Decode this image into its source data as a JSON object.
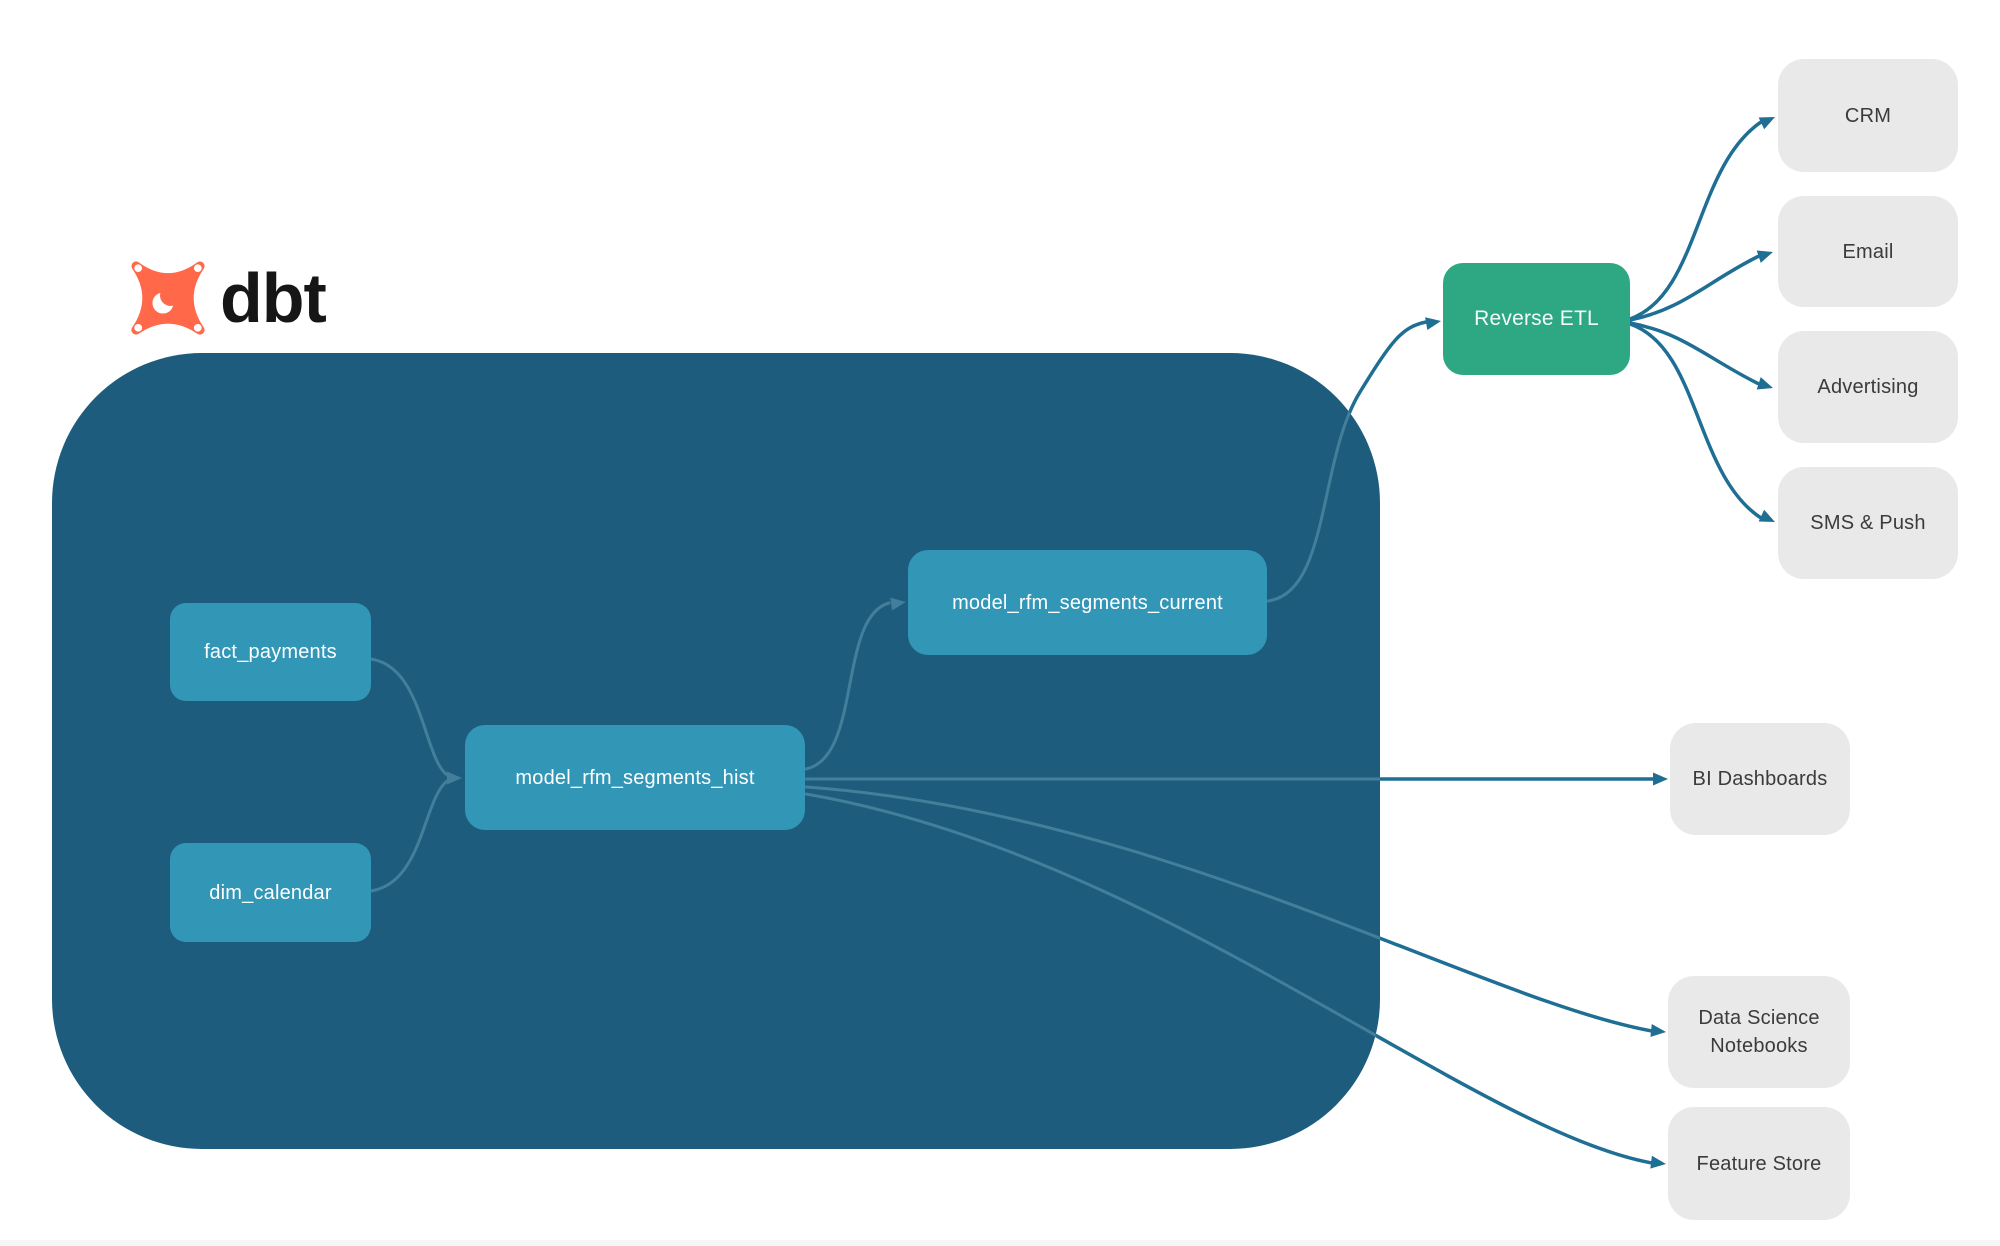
{
  "brand": {
    "name": "dbt"
  },
  "nodes": {
    "fact_payments": {
      "label": "fact_payments",
      "type": "model"
    },
    "dim_calendar": {
      "label": "dim_calendar",
      "type": "model"
    },
    "model_rfm_segments_hist": {
      "label": "model_rfm_segments_hist",
      "type": "model"
    },
    "model_rfm_segments_current": {
      "label": "model_rfm_segments_current",
      "type": "model"
    },
    "reverse_etl": {
      "label": "Reverse ETL",
      "type": "etl"
    },
    "crm": {
      "label": "CRM",
      "type": "destination"
    },
    "email": {
      "label": "Email",
      "type": "destination"
    },
    "advertising": {
      "label": "Advertising",
      "type": "destination"
    },
    "sms_push": {
      "label": "SMS & Push",
      "type": "destination"
    },
    "bi_dashboards": {
      "label": "BI Dashboards",
      "type": "destination"
    },
    "data_science_notebooks": {
      "label": "Data Science Notebooks",
      "type": "destination"
    },
    "feature_store": {
      "label": "Feature Store",
      "type": "destination"
    }
  },
  "edges": [
    {
      "from": "fact_payments",
      "to": "model_rfm_segments_hist"
    },
    {
      "from": "dim_calendar",
      "to": "model_rfm_segments_hist"
    },
    {
      "from": "model_rfm_segments_hist",
      "to": "model_rfm_segments_current"
    },
    {
      "from": "model_rfm_segments_hist",
      "to": "bi_dashboards"
    },
    {
      "from": "model_rfm_segments_hist",
      "to": "data_science_notebooks"
    },
    {
      "from": "model_rfm_segments_hist",
      "to": "feature_store"
    },
    {
      "from": "model_rfm_segments_current",
      "to": "reverse_etl"
    },
    {
      "from": "reverse_etl",
      "to": "crm"
    },
    {
      "from": "reverse_etl",
      "to": "email"
    },
    {
      "from": "reverse_etl",
      "to": "advertising"
    },
    {
      "from": "reverse_etl",
      "to": "sms_push"
    }
  ],
  "colors": {
    "warehouse_container": "#1e5c7d",
    "model_node": "#3296b7",
    "etl_node": "#2ea783",
    "destination_node": "#e9e9e9",
    "destination_text": "#3b3b3b",
    "edge_outside": "#1f6e94",
    "edge_inside": "#437e9b",
    "logo_orange": "#ff694a",
    "logo_text": "#161616"
  }
}
